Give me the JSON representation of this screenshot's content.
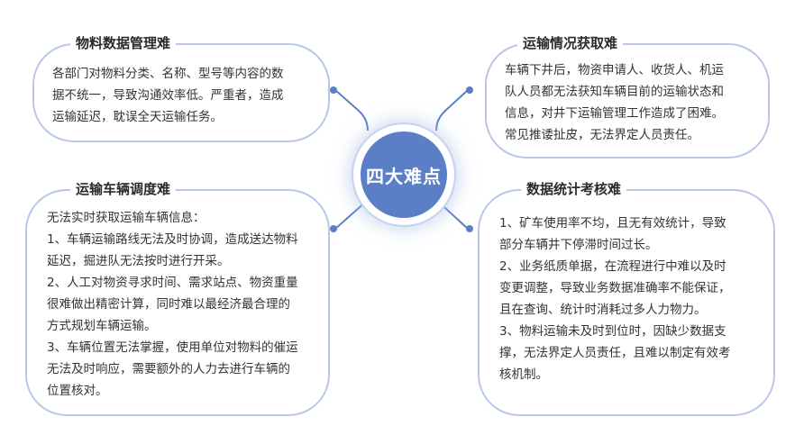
{
  "hub": {
    "label": "四大难点"
  },
  "colors": {
    "panel_border": "#b8c7e6",
    "hub_fill": "#5b7fc7",
    "connector": "#5b7fc7"
  },
  "panels": [
    {
      "title": "物料数据管理难",
      "lines": [
        "各部门对物料分类、名称、型号等内容的数",
        "据不统一，导致沟通效率低。严重者，造成",
        "运输延迟，耽误全天运输任务。"
      ]
    },
    {
      "title": "运输情况获取难",
      "lines": [
        "车辆下井后，物资申请人、收货人、机运",
        "队人员都无法获知车辆目前的运输状态和",
        "信息，对井下运输管理工作造成了困难。",
        "常见推诿扯皮，无法界定人员责任。"
      ]
    },
    {
      "title": "运输车辆调度难",
      "lines": [
        "无法实时获取运输车辆信息：",
        "1、车辆运输路线无法及时协调，造成送达物料",
        "延迟，掘进队无法按时进行开采。",
        "2、人工对物资寻求时间、需求站点、物资重量",
        "很难做出精密计算，同时难以最经济最合理的",
        "方式规划车辆运输。",
        "3、车辆位置无法掌握，使用单位对物料的催运",
        "无法及时响应，需要额外的人力去进行车辆的",
        "位置核对。"
      ]
    },
    {
      "title": "数据统计考核难",
      "lines": [
        "1、矿车使用率不均，且无有效统计，导致",
        "部分车辆井下停滞时间过长。",
        "2、业务纸质单据，在流程进行中难以及时",
        "变更调整，导致业务数据准确率不能保证，",
        "且在查询、统计时消耗过多人力物力。",
        "3、物料运输未及时到位时，因缺少数据支",
        "撑，无法界定人员责任，且难以制定有效考",
        "核机制。"
      ]
    }
  ]
}
